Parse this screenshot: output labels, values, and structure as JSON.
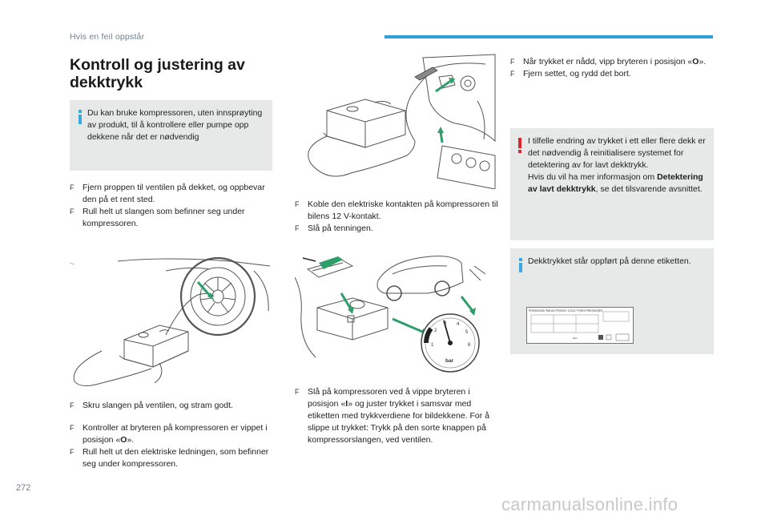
{
  "header": {
    "section": "Hvis en feil oppstår"
  },
  "title": "Kontroll og justering av dekktrykk",
  "intro_box": {
    "text": "Du kan bruke kompressoren, uten innsprøyting av produkt, til å kontrollere eller pumpe opp dekkene når det er nødvendig"
  },
  "steps_col1_a": [
    "Fjern proppen til ventilen på dekket, og oppbevar den på et rent sted.",
    "Rull helt ut slangen som befinner seg under kompressoren."
  ],
  "steps_col1_b": [
    "Skru slangen på ventilen, og stram godt."
  ],
  "steps_col1_c": [
    {
      "pre": "Kontroller at bryteren på kompressoren er vippet i posisjon «",
      "bold": "O",
      "post": "»."
    },
    {
      "pre": "Rull helt ut den elektriske ledningen, som befinner seg under kompressoren.",
      "bold": "",
      "post": ""
    }
  ],
  "steps_col2_a": [
    "Koble den elektriske kontakten på kompressoren til bilens 12 V-kontakt.",
    "Slå på tenningen."
  ],
  "steps_col2_b": [
    {
      "pre": "Slå på kompressoren ved å vippe bryteren i posisjon «",
      "bold": "I",
      "post": "» og juster trykket i samsvar med etiketten med trykkverdiene for bildekkene. For å slippe ut trykket: Trykk på den sorte knappen på kompressorslangen, ved ventilen."
    }
  ],
  "steps_col3_a": [
    {
      "pre": "Når trykket er nådd, vipp bryteren i posisjon «",
      "bold": "O",
      "post": "»."
    },
    {
      "pre": "Fjern settet, og rydd det bort.",
      "bold": "",
      "post": ""
    }
  ],
  "warning_box": {
    "line1": "I tilfelle endring av trykket i ett eller flere dekk er det nødvendig å reinitialisere systemet for detektering av for lavt dekktrykk.",
    "line2_pre": "Hvis du vil ha mer informasjon om ",
    "line2_bold": "Detektering av lavt dekktrykk",
    "line2_post": ", se det tilsvarende avsnittet."
  },
  "label_box": {
    "text": "Dekktrykket står oppført på denne etiketten.",
    "label_header": "PRESSIONS PNEUS FROIDS / COLD TYRES PRESSURES",
    "label_unit": "bars"
  },
  "gauge": {
    "unit": "bar",
    "ticks": [
      "1",
      "2",
      "3",
      "4",
      "5",
      "6"
    ]
  },
  "bullet_mark": "F",
  "page_number": "272",
  "watermark": "carmanualsonline.info",
  "colors": {
    "accent": "#2d9fd8",
    "info_icon": "#39a9e0",
    "warning_icon": "#d9262e",
    "box_bg": "#e7e8e8",
    "arrow_green": "#2e9e6a"
  }
}
